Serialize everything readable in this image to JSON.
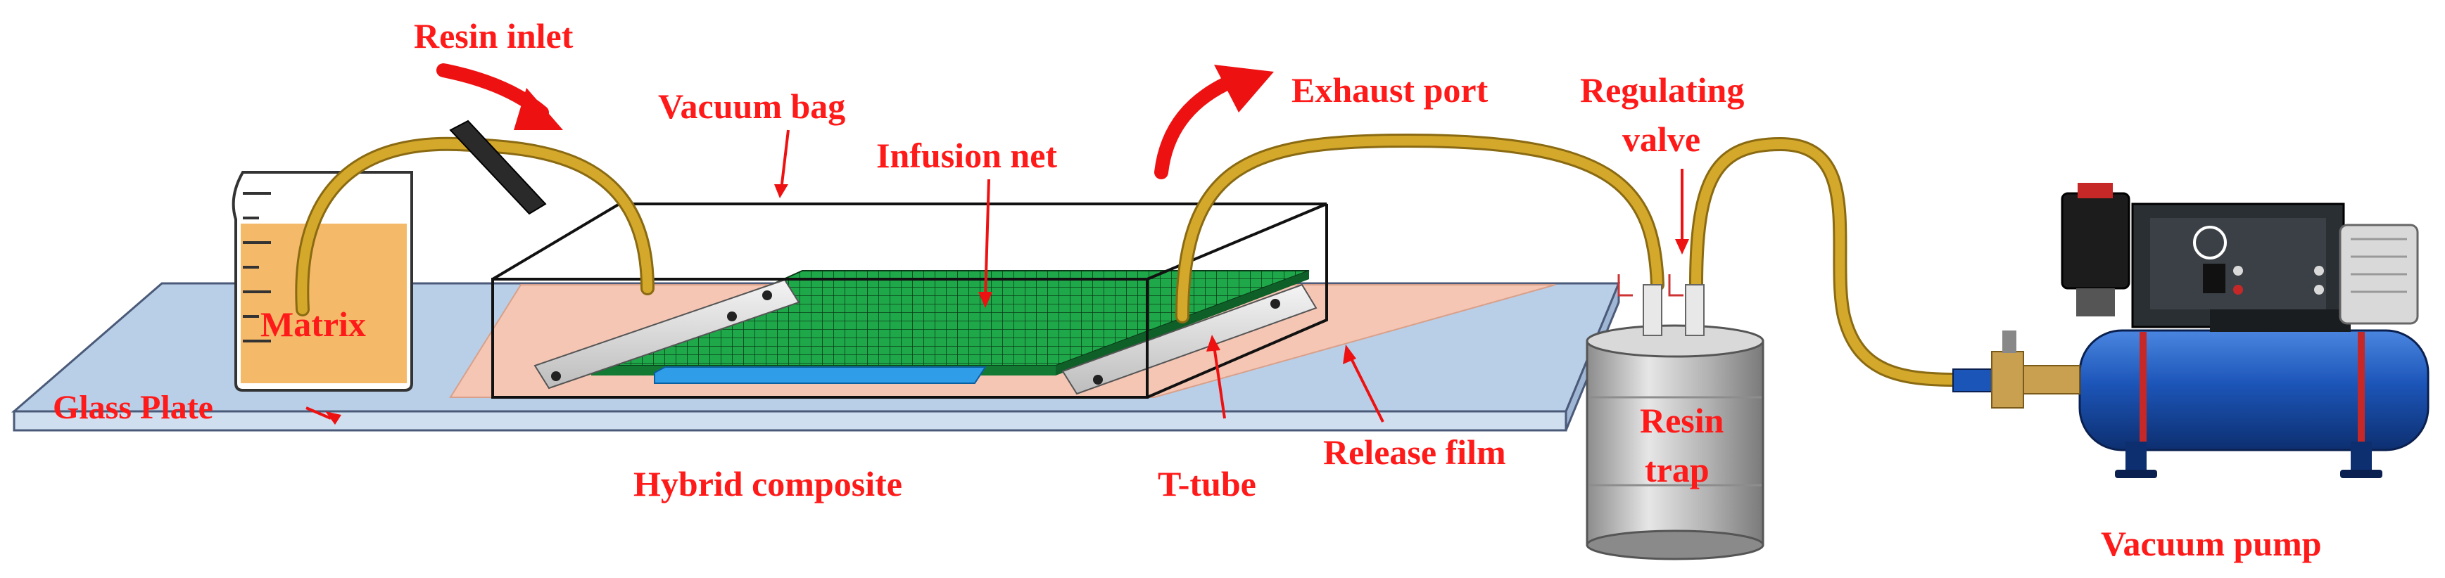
{
  "labels": {
    "resin_inlet": "Resin inlet",
    "vacuum_bag": "Vacuum bag",
    "infusion_net": "Infusion net",
    "exhaust_port": "Exhaust port",
    "regulating_valve_line1": "Regulating",
    "regulating_valve_line2": "valve",
    "matrix": "Matrix",
    "glass_plate": "Glass Plate",
    "hybrid_composite": "Hybrid composite",
    "t_tube": "T-tube",
    "release_film": "Release film",
    "resin_trap_line1": "Resin",
    "resin_trap_line2": "trap",
    "vacuum_pump": "Vacuum pump"
  },
  "colors": {
    "label": "#ff1a1a",
    "tube": "#d4a82a",
    "glass_plate": "#b9cfe8",
    "release_film": "#f5c6b4",
    "infusion_net": "#1fa84a",
    "matrix_fill": "#f5b96a",
    "pump_tank": "#1c55b8",
    "resin_trap": "#b5b5b5"
  }
}
